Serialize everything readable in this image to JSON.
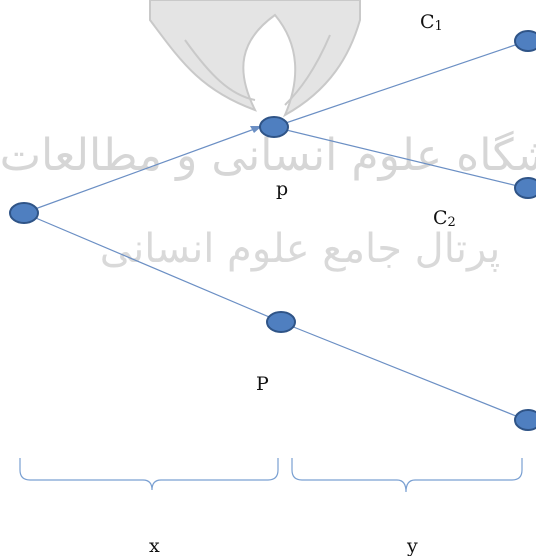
{
  "watermark": {
    "line1": "پژوهشگاه علوم انسانی و مطالعات فرهنگی",
    "line2": "پرتال جامع علوم انسانی"
  },
  "labels": {
    "c1": "C",
    "c1_sub": "1",
    "c2": "C",
    "c2_sub": "2",
    "p_small": "p",
    "p_large": "P",
    "x": "x",
    "y": "y"
  },
  "colors": {
    "node_fill": "#4f7fc0",
    "node_stroke": "#2f5487",
    "edge": "#6b8fc4",
    "brace": "#7aa0d2"
  }
}
